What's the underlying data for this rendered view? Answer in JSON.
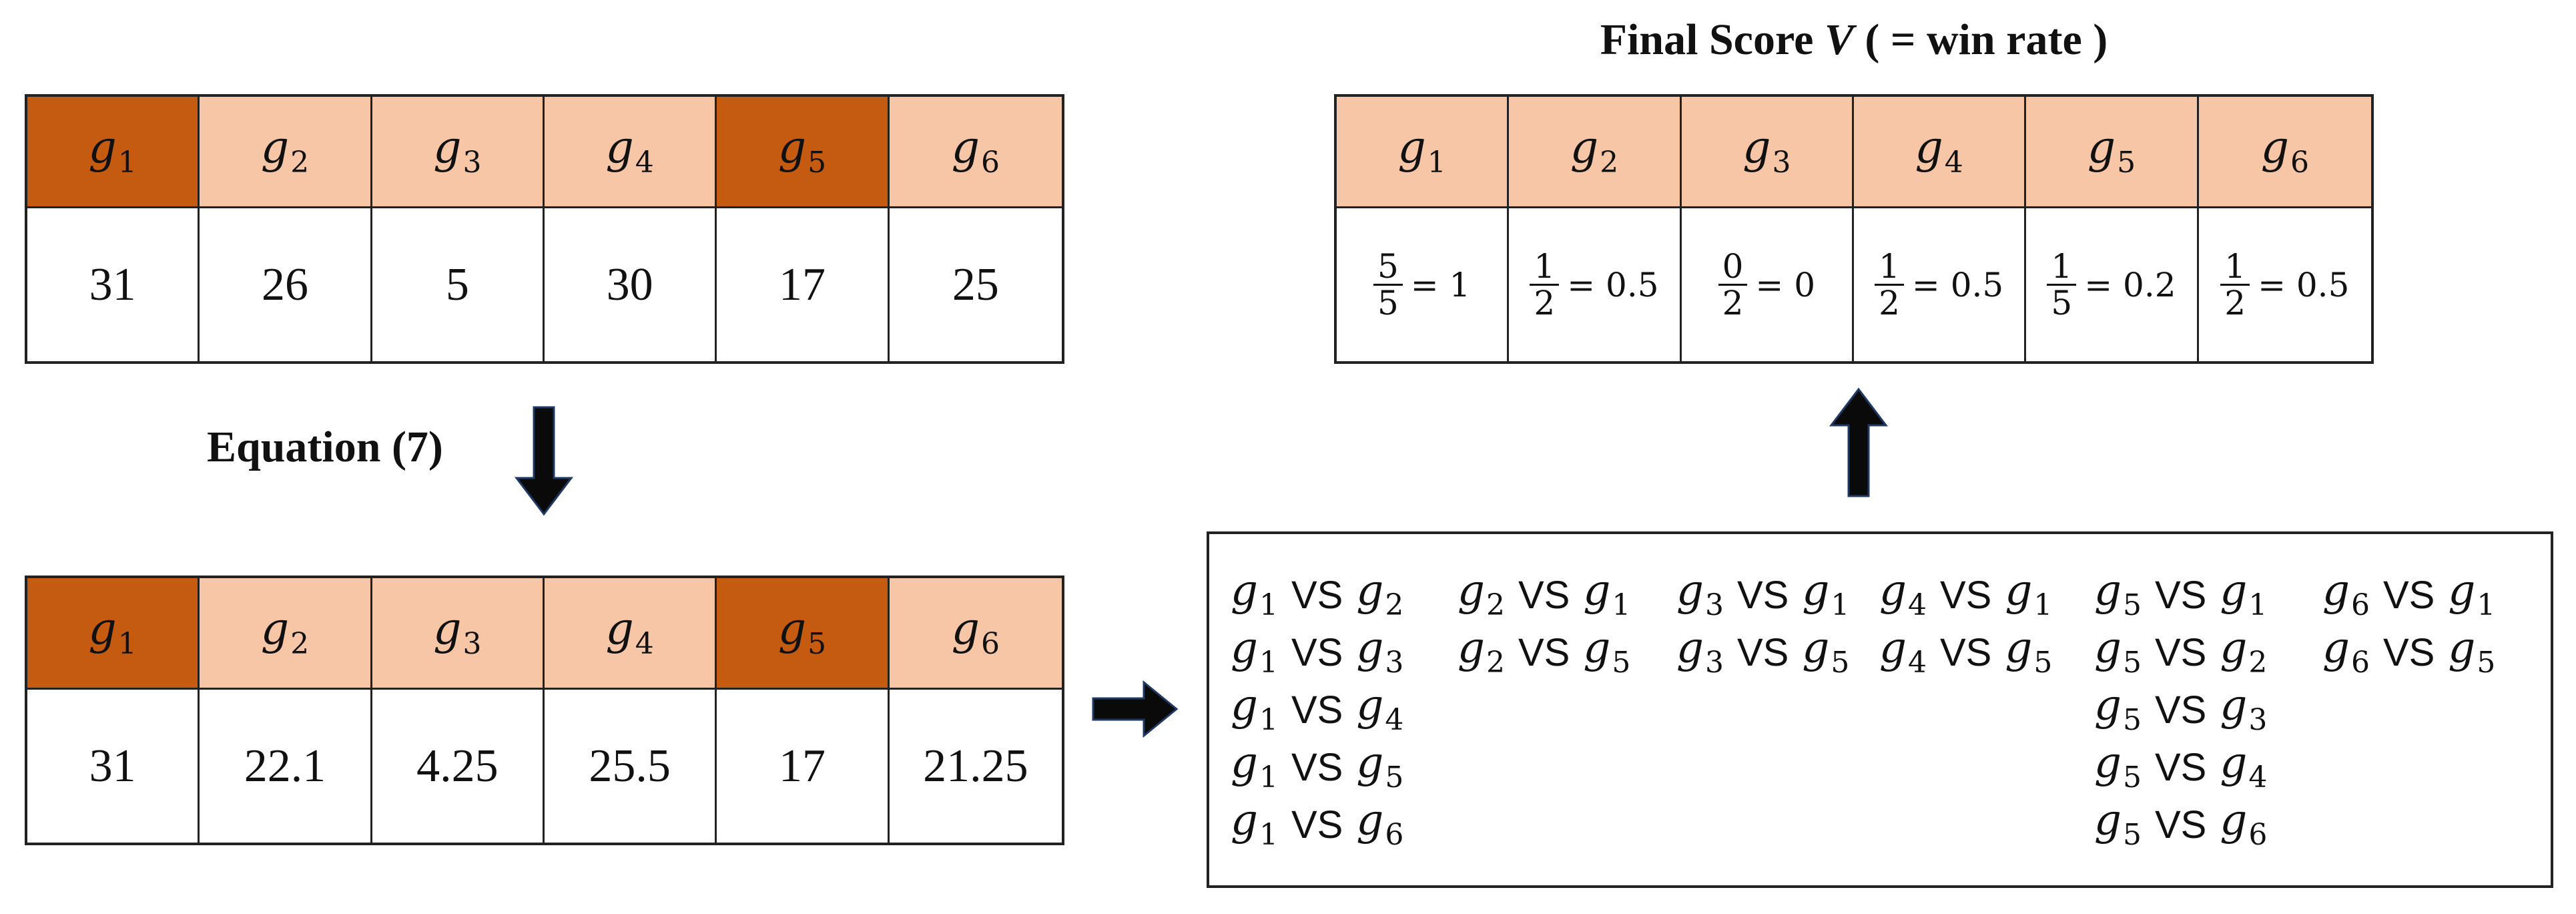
{
  "gene_symbol": "g",
  "raw_table": {
    "headers": [
      {
        "idx": "1",
        "highlight": true
      },
      {
        "idx": "2",
        "highlight": false
      },
      {
        "idx": "3",
        "highlight": false
      },
      {
        "idx": "4",
        "highlight": false
      },
      {
        "idx": "5",
        "highlight": true
      },
      {
        "idx": "6",
        "highlight": false
      }
    ],
    "values": [
      "31",
      "26",
      "5",
      "30",
      "17",
      "25"
    ]
  },
  "equation_label": "Equation (7)",
  "adjusted_table": {
    "headers": [
      {
        "idx": "1",
        "highlight": true
      },
      {
        "idx": "2",
        "highlight": false
      },
      {
        "idx": "3",
        "highlight": false
      },
      {
        "idx": "4",
        "highlight": false
      },
      {
        "idx": "5",
        "highlight": true
      },
      {
        "idx": "6",
        "highlight": false
      }
    ],
    "values": [
      "31",
      "22.1",
      "4.25",
      "25.5",
      "17",
      "21.25"
    ]
  },
  "score_title": {
    "prefix": "Final Score ",
    "variable": "V",
    "suffix": " ( = win rate )"
  },
  "score_table": {
    "headers": [
      {
        "idx": "1",
        "highlight": false
      },
      {
        "idx": "2",
        "highlight": false
      },
      {
        "idx": "3",
        "highlight": false
      },
      {
        "idx": "4",
        "highlight": false
      },
      {
        "idx": "5",
        "highlight": false
      },
      {
        "idx": "6",
        "highlight": false
      }
    ],
    "scores": [
      {
        "num": "5",
        "den": "5",
        "result": "= 1"
      },
      {
        "num": "1",
        "den": "2",
        "result": "= 0.5"
      },
      {
        "num": "0",
        "den": "2",
        "result": "= 0"
      },
      {
        "num": "1",
        "den": "2",
        "result": "= 0.5"
      },
      {
        "num": "1",
        "den": "5",
        "result": "= 0.2"
      },
      {
        "num": "1",
        "den": "2",
        "result": "= 0.5"
      }
    ]
  },
  "matchups": {
    "vs_label": "VS",
    "columns": [
      [
        [
          "1",
          "2"
        ],
        [
          "1",
          "3"
        ],
        [
          "1",
          "4"
        ],
        [
          "1",
          "5"
        ],
        [
          "1",
          "6"
        ]
      ],
      [
        [
          "2",
          "1"
        ],
        [
          "2",
          "5"
        ]
      ],
      [
        [
          "3",
          "1"
        ],
        [
          "3",
          "5"
        ]
      ],
      [
        [
          "4",
          "1"
        ],
        [
          "4",
          "5"
        ]
      ],
      [
        [
          "5",
          "1"
        ],
        [
          "5",
          "2"
        ],
        [
          "5",
          "3"
        ],
        [
          "5",
          "4"
        ],
        [
          "5",
          "6"
        ]
      ],
      [
        [
          "6",
          "1"
        ],
        [
          "6",
          "5"
        ]
      ]
    ]
  },
  "colors": {
    "highlight_header": "#c55a11",
    "normal_header": "#f7c6a6",
    "arrow_fill": "#0a0a0a",
    "arrow_stroke": "#1f3864"
  }
}
